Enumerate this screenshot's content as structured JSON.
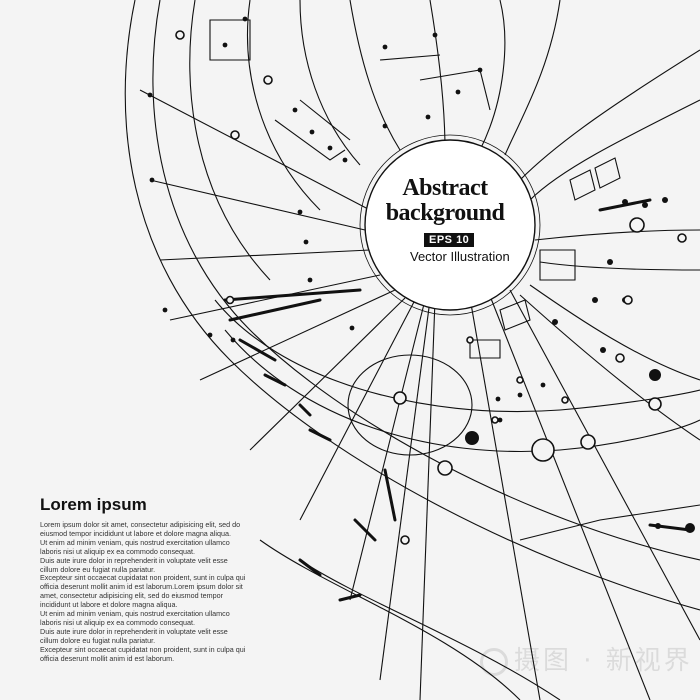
{
  "center": {
    "title_line1": "Abstract",
    "title_line2": "background",
    "badge": "EPS 10",
    "subtitle": "Vector Illustration"
  },
  "text_block": {
    "heading": "Lorem ipsum",
    "lines": [
      "Lorem ipsum dolor sit amet, consectetur adipisicing elit, sed do",
      "eiusmod tempor incididunt ut labore et dolore magna aliqua.",
      "Ut enim ad minim veniam, quis nostrud exercitation ullamco",
      "laboris nisi ut aliquip ex ea commodo consequat.",
      "Duis aute irure dolor in reprehenderit in voluptate velit esse",
      "cillum dolore eu fugiat nulla pariatur.",
      "Excepteur sint occaecat cupidatat non proident, sunt in culpa qui",
      "officia deserunt mollit anim id est laborum.Lorem ipsum dolor sit",
      "amet, consectetur adipisicing elit, sed do eiusmod tempor",
      "incididunt ut labore et dolore magna aliqua.",
      "Ut enim ad minim veniam, quis nostrud exercitation ullamco",
      "laboris nisi ut aliquip ex ea commodo consequat.",
      "Duis aute irure dolor in reprehenderit in voluptate velit esse",
      "cillum dolore eu fugiat nulla pariatur.",
      "Excepteur sint occaecat cupidatat non proident, sunt in culpa qui",
      "officia deserunt mollit anim id est laborum."
    ]
  },
  "watermark": {
    "text": "摄图 · 新视界"
  },
  "colors": {
    "background": "#f4f4f4",
    "ink": "#111111"
  }
}
